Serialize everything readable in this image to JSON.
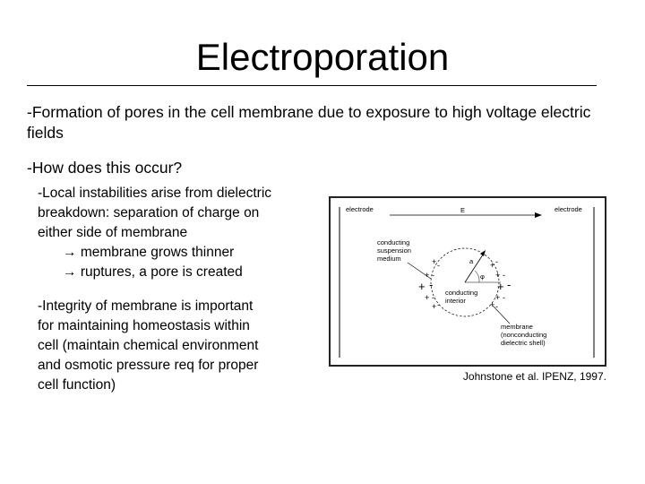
{
  "slide": {
    "title": "Electroporation",
    "point1": "-Formation of pores in the cell membrane due to exposure to high voltage electric fields",
    "point2": "-How does this occur?",
    "sub1": {
      "line1": "-Local instabilities arise from dielectric",
      "line2": "breakdown: separation of charge on",
      "line3": "either side of membrane",
      "step1": "membrane grows thinner",
      "step2": "ruptures, a pore is created",
      "arrow": "→"
    },
    "sub2": {
      "line1": "-Integrity of membrane is important",
      "line2": "for maintaining homeostasis within",
      "line3": "cell (maintain chemical environment",
      "line4": "and osmotic pressure req for proper",
      "line5": "cell function)"
    },
    "caption": "Johnstone et al. IPENZ, 1997."
  },
  "figure": {
    "electrode_left": "electrode",
    "electrode_right": "electrode",
    "field": "E",
    "medium_1": "conducting",
    "medium_2": "suspension",
    "medium_3": "medium",
    "interior_1": "conducting",
    "interior_2": "interior",
    "radius": "a",
    "angle": "φ",
    "membrane_1": "membrane",
    "membrane_2": "(nonconducting",
    "membrane_3": "dielectric shell)",
    "plus": "+",
    "minus": "-"
  }
}
